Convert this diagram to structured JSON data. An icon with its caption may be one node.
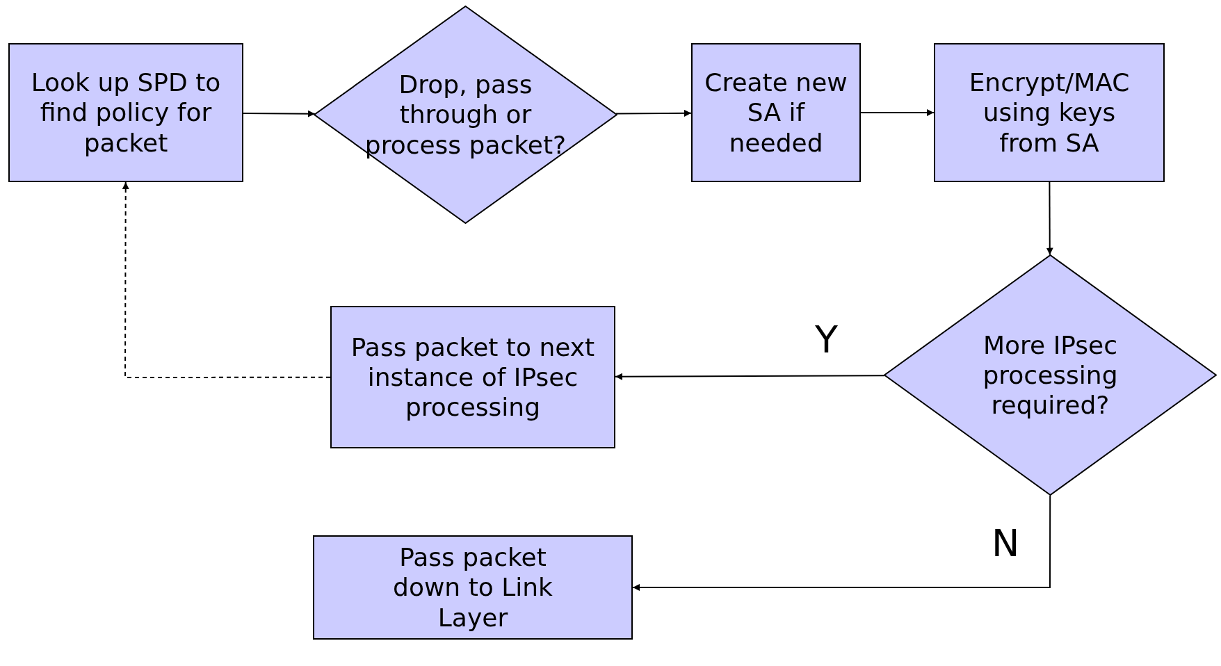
{
  "diagram": {
    "nodes": [
      {
        "text": [
          "Look up SPD to find policy for packet"
        ]
      },
      {
        "text": [
          "Drop, pass through or process packet?"
        ]
      },
      {
        "text": [
          "Create new SA if needed"
        ]
      },
      {
        "text": [
          "Encrypt/MAC using keys from SA"
        ]
      },
      {
        "text": [
          "More IPsec processing required?"
        ]
      },
      {
        "text": [
          "Pass packet to next instance of IPsec processing"
        ]
      },
      {
        "text": [
          "Pass packet down to Link Layer"
        ]
      }
    ],
    "edges": [
      {
        "from": 0,
        "to": 1,
        "arrow": "to"
      },
      {
        "from": 1,
        "to": 2,
        "arrow": "to"
      },
      {
        "from": 2,
        "to": 3,
        "arrow": "to"
      },
      {
        "from": 3,
        "to": 4,
        "arrow": "to"
      },
      {
        "from": 4,
        "to": 5,
        "arrow": "to",
        "label": "Y"
      },
      {
        "from": 4,
        "to": 6,
        "arrow": "to",
        "label": "N"
      },
      {
        "from": 5,
        "to": 0,
        "arrow": "to",
        "style": "dashed"
      }
    ]
  }
}
